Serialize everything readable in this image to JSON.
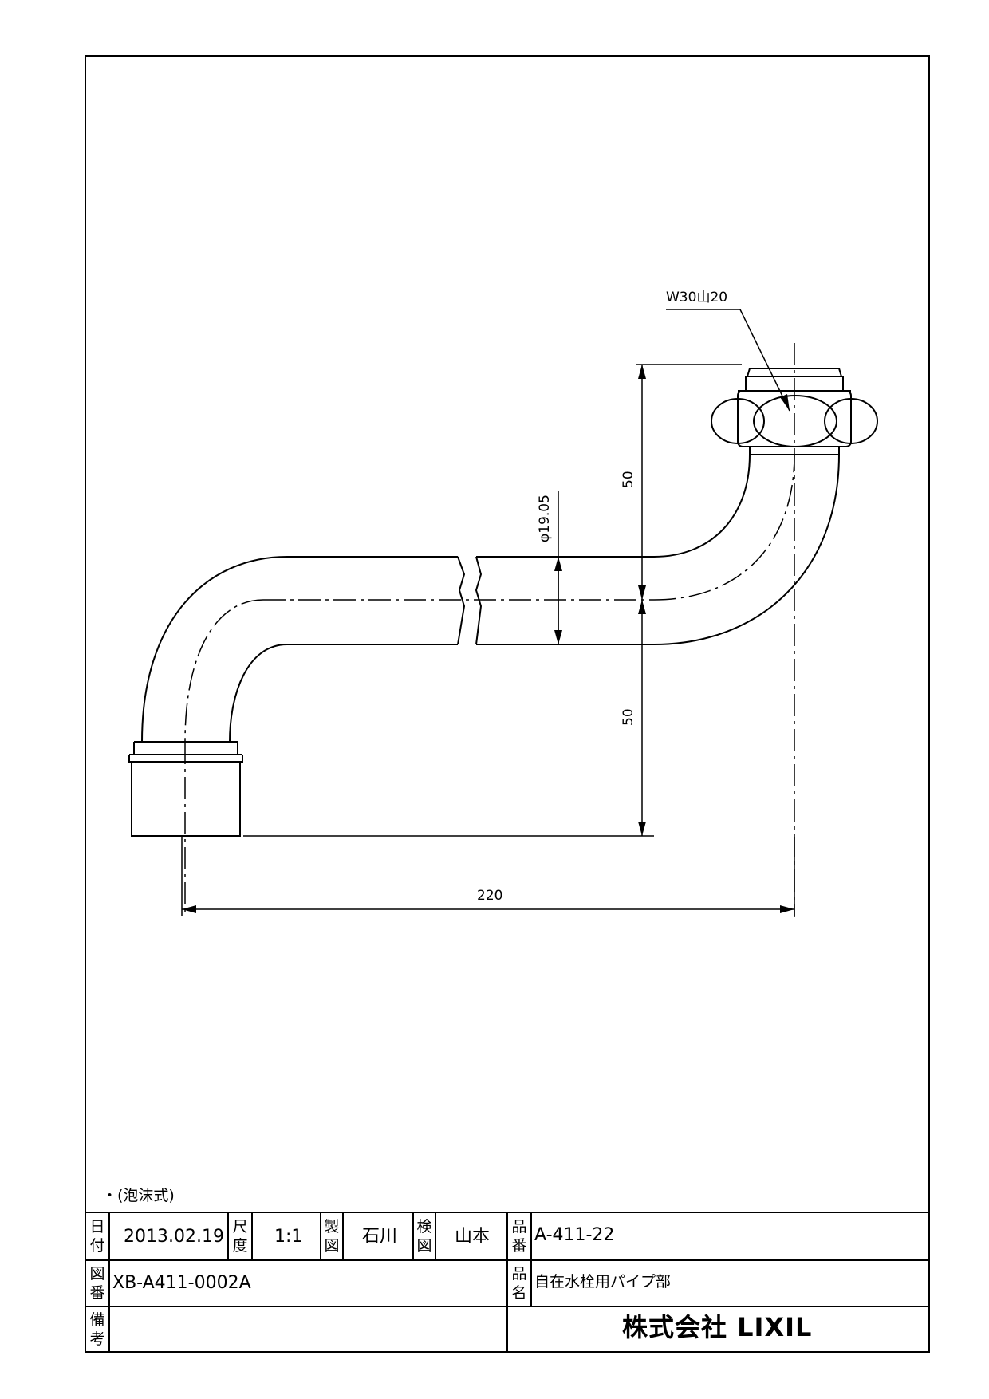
{
  "drawing": {
    "thread_spec": "W30山20",
    "pipe_diameter": "φ19.05",
    "dim_upper_height": "50",
    "dim_lower_height": "50",
    "dim_width": "220",
    "note": "・(泡沫式)"
  },
  "title_block": {
    "date_label": [
      "日",
      "付"
    ],
    "date_value": "2013.02.19",
    "scale_label": [
      "尺",
      "度"
    ],
    "scale_value": "1:1",
    "drafter_label": [
      "製",
      "図"
    ],
    "drafter_value": "石川",
    "checker_label": [
      "検",
      "図"
    ],
    "checker_value": "山本",
    "part_no_label": [
      "品",
      "番"
    ],
    "part_no_value": "A-411-22",
    "drawing_no_label": [
      "図",
      "番"
    ],
    "drawing_no_value": "XB-A411-0002A",
    "part_name_label": [
      "品",
      "名"
    ],
    "part_name_value": "自在水栓用パイプ部",
    "remarks_label": [
      "備",
      "考"
    ],
    "company": "株式会社 LIXIL"
  }
}
